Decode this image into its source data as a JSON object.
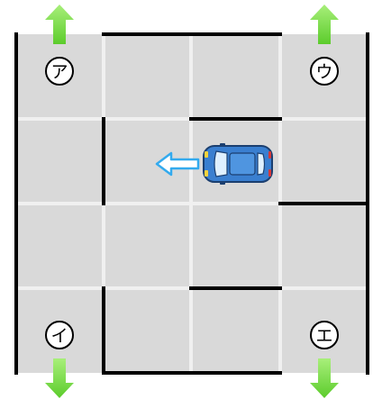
{
  "puzzle": {
    "exits": [
      {
        "id": "exit-a",
        "label": "ア",
        "direction": "up"
      },
      {
        "id": "exit-u",
        "label": "ウ",
        "direction": "up"
      },
      {
        "id": "exit-i",
        "label": "イ",
        "direction": "down"
      },
      {
        "id": "exit-e",
        "label": "エ",
        "direction": "down"
      }
    ],
    "car": {
      "facing": "left",
      "body_color": "#3a7fd0"
    },
    "colors": {
      "cell": "#d9d9d9",
      "grid_line": "#f2f2f2",
      "wall": "#000000",
      "arrow_green": "#7ddc4a",
      "car_direction_arrow": "#33aaee"
    }
  }
}
